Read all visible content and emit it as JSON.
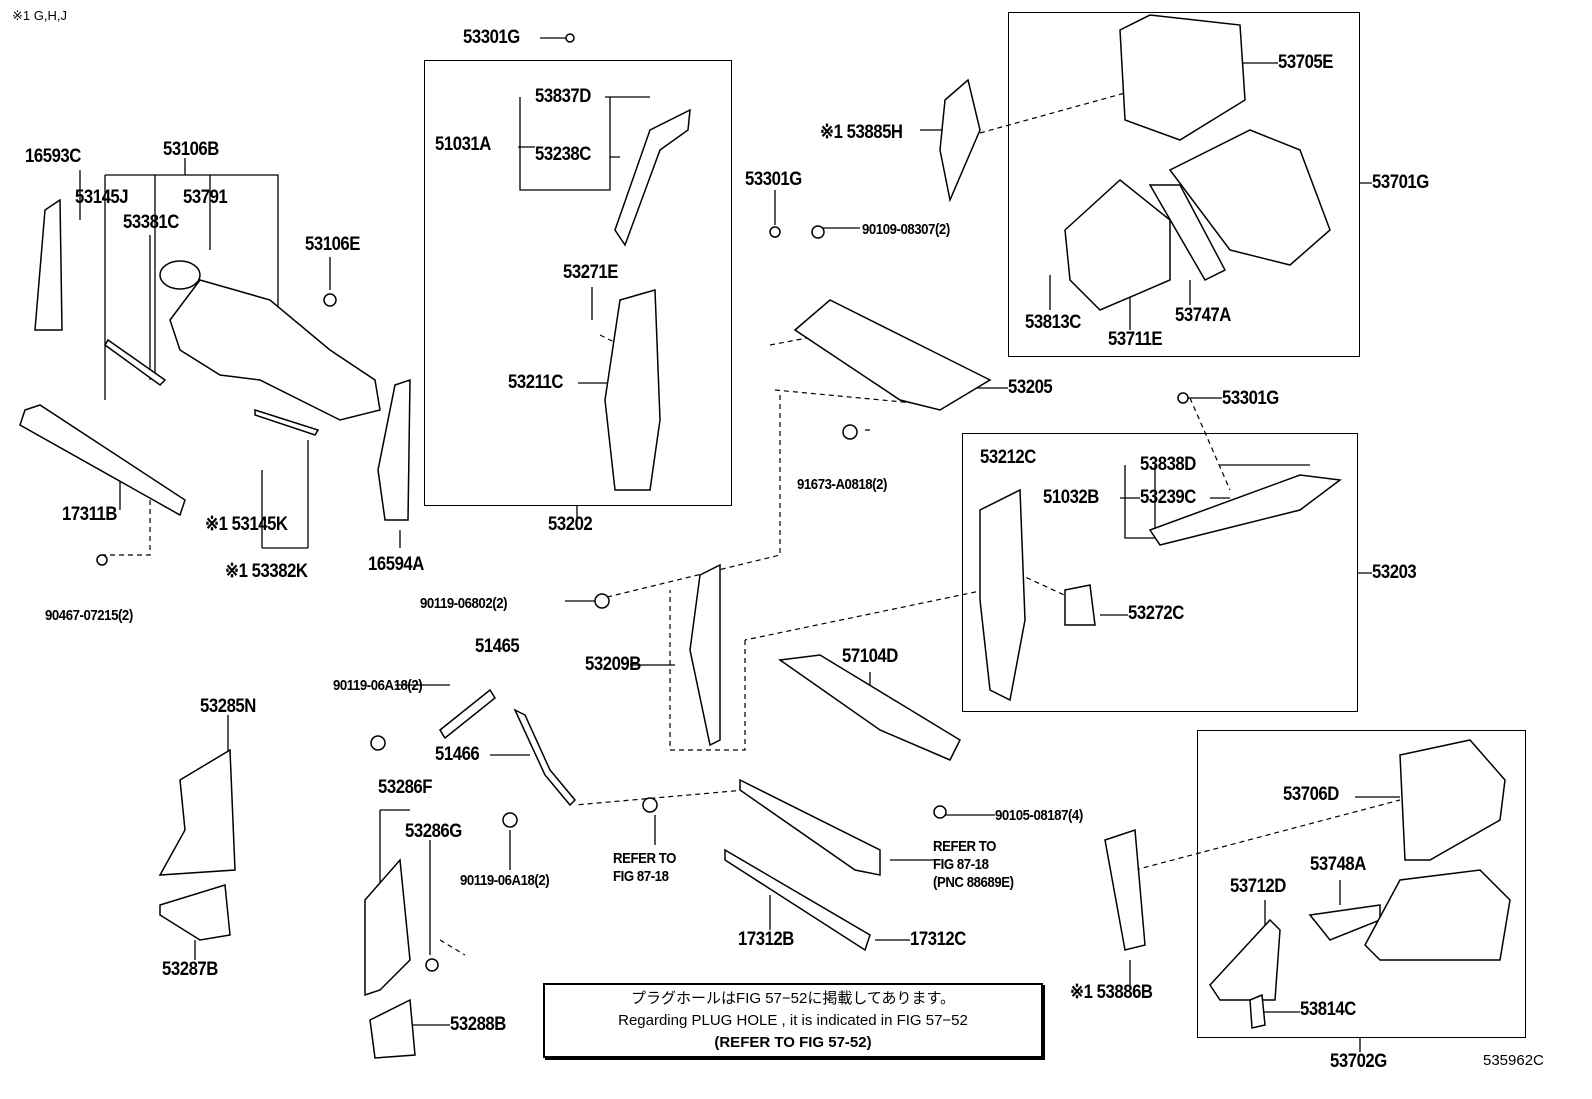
{
  "header_note": "※1 G,H,J",
  "figure_code": "535962C",
  "labels": {
    "l53301G_a": "53301G",
    "l53837D": "53837D",
    "l51031A": "51031A",
    "l53238C": "53238C",
    "l53271E": "53271E",
    "l53211C": "53211C",
    "l53202": "53202",
    "l16593C": "16593C",
    "l53106B": "53106B",
    "l53145J": "53145J",
    "l53791": "53791",
    "l53381C": "53381C",
    "l53106E": "53106E",
    "l17311B": "17311B",
    "l90467": "90467-07215(2)",
    "l53145K": "※1 53145K",
    "l53382K": "※1 53382K",
    "l16594A": "16594A",
    "l53301G_b": "53301G",
    "l90109": "90109-08307(2)",
    "l53205": "53205",
    "l91673": "91673-A0818(2)",
    "l53885H": "※1 53885H",
    "l53705E": "53705E",
    "l53701G": "53701G",
    "l53813C": "53813C",
    "l53747A": "53747A",
    "l53711E": "53711E",
    "l53301G_c": "53301G",
    "l53212C": "53212C",
    "l53838D": "53838D",
    "l51032B": "51032B",
    "l53239C": "53239C",
    "l53203": "53203",
    "l53272C": "53272C",
    "l90119_06802": "90119-06802(2)",
    "l53209B": "53209B",
    "l57104D": "57104D",
    "l51465": "51465",
    "l90119_06A18_a": "90119-06A18(2)",
    "l51466": "51466",
    "l53285N": "53285N",
    "l53286F": "53286F",
    "l53286G": "53286G",
    "l90119_06A18_b": "90119-06A18(2)",
    "l90105": "90105-08187(4)",
    "l17312B": "17312B",
    "l17312C": "17312C",
    "l53287B": "53287B",
    "l53288B": "53288B",
    "l53706D": "53706D",
    "l53712D": "53712D",
    "l53748A": "53748A",
    "l53886B": "※1 53886B",
    "l53814C": "53814C",
    "l53702G": "53702G"
  },
  "refer_a": [
    "REFER TO",
    "FIG 87-18"
  ],
  "refer_b": [
    "REFER TO",
    "FIG 87-18",
    "(PNC 88689E)"
  ],
  "note_box": {
    "line_ja": "プラグホールはFIG 57−52に掲載してあります。",
    "line_en": "Regarding PLUG HOLE , it is indicated in FIG 57−52",
    "line_ref": "(REFER TO FIG 57-52)"
  }
}
